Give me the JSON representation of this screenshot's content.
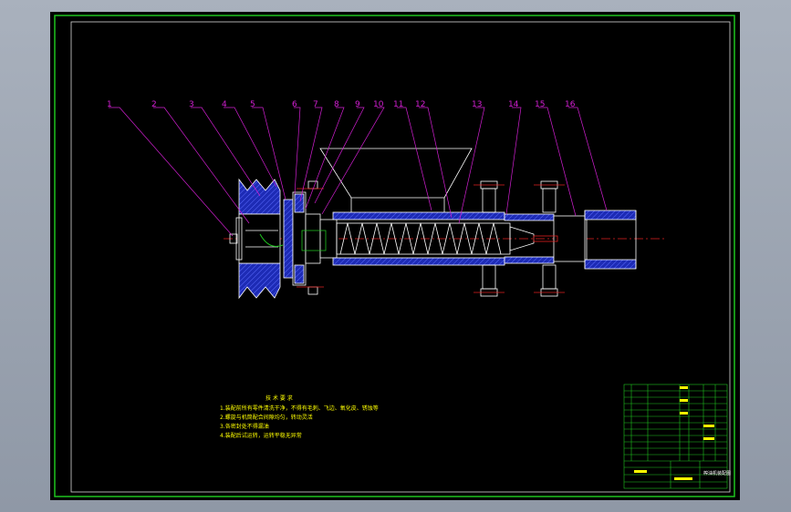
{
  "part_labels": [
    "1",
    "2",
    "3",
    "4",
    "5",
    "6",
    "7",
    "8",
    "9",
    "10",
    "11",
    "12",
    "13",
    "14",
    "15",
    "16"
  ],
  "notes": {
    "heading": "技 术 要 求",
    "lines": [
      "1.装配前所有零件清洗干净，不得有毛刺、飞边、氧化皮、锈蚀等",
      "2.螺旋与机筒配合间隙均匀，转动灵活",
      "3.各密封处不得漏油",
      "4.装配后试运转，运转平稳无异常"
    ]
  },
  "title_block": {
    "title": "榨油机装配图"
  },
  "colors": {
    "sheet": "#000000",
    "border": "#1fc41f",
    "leader": "#d21fd2",
    "outline": "#ffffff",
    "section_fill": "#1d2bb5",
    "centerline": "#e02020",
    "text": "#ffff00",
    "title_grid": "#1fc41f"
  }
}
